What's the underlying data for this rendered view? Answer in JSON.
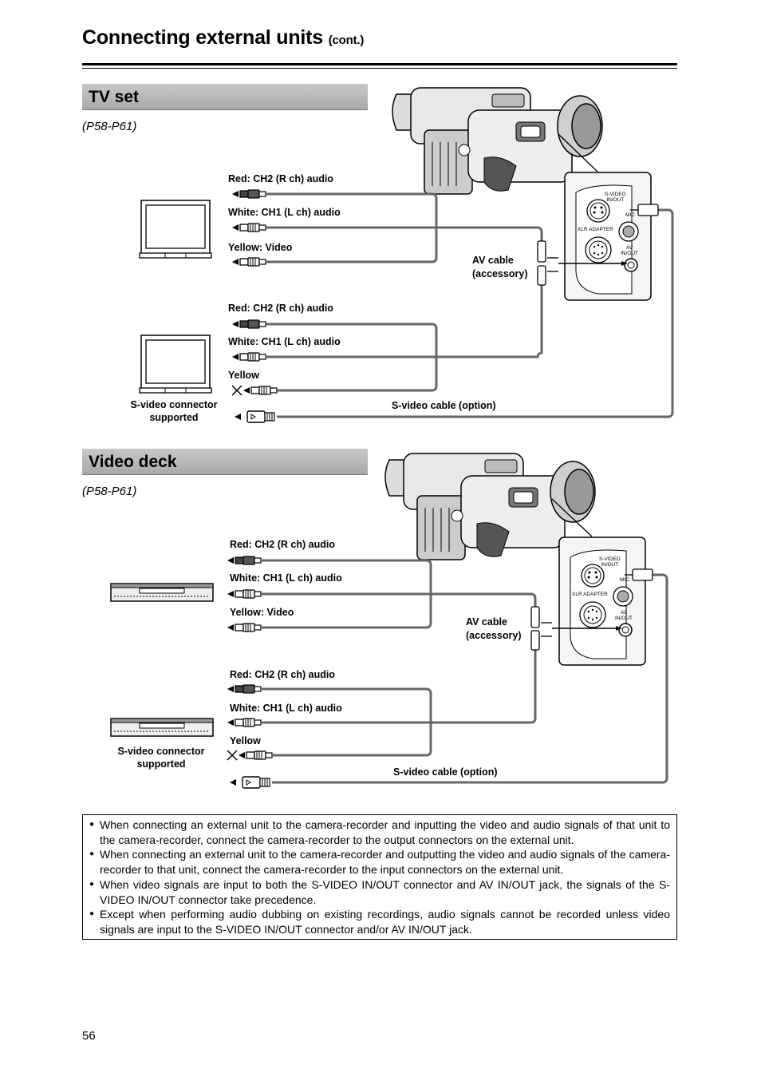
{
  "header": {
    "title": "Connecting external units",
    "cont": "(cont.)"
  },
  "sections": [
    {
      "title": "TV set",
      "ref": "(P58-P61)",
      "av_labels": [
        "Red: CH2 (R ch) audio",
        "White: CH1 (L ch) audio",
        "Yellow: Video"
      ],
      "svideo_labels": [
        "Red: CH2 (R ch) audio",
        "White: CH1 (L ch) audio",
        "Yellow"
      ],
      "svideo_device_label": [
        "S-video connector",
        "supported"
      ],
      "av_cable": [
        "AV cable",
        "(accessory)"
      ],
      "svideo_cable": "S-video cable (option)",
      "panel": {
        "svideo": [
          "S-VIDEO",
          "IN/OUT"
        ],
        "xlr": "XLR ADAPTER",
        "mic": "MIC",
        "av": [
          "AV",
          "IN/OUT"
        ]
      }
    },
    {
      "title": "Video deck",
      "ref": "(P58-P61)",
      "av_labels": [
        "Red: CH2 (R ch) audio",
        "White: CH1 (L ch) audio",
        "Yellow: Video"
      ],
      "svideo_labels": [
        "Red: CH2 (R ch) audio",
        "White: CH1 (L ch) audio",
        "Yellow"
      ],
      "svideo_device_label": [
        "S-video connector",
        "supported"
      ],
      "av_cable": [
        "AV cable",
        "(accessory)"
      ],
      "svideo_cable": "S-video cable (option)",
      "panel": {
        "svideo": [
          "S-VIDEO",
          "IN/OUT"
        ],
        "xlr": "XLR ADAPTER",
        "mic": "MIC",
        "av": [
          "AV",
          "IN/OUT"
        ]
      }
    }
  ],
  "notes": [
    "When connecting an external unit to the camera-recorder and inputting the video and audio signals of that unit to the camera-recorder, connect the camera-recorder to the output connectors on the external unit.",
    "When connecting an external unit to the camera-recorder and outputting the video and audio signals of the camera-recorder to that unit, connect the camera-recorder to the input connectors on the external unit.",
    "When video signals are input to both the S-VIDEO IN/OUT connector and AV IN/OUT jack, the signals of the S-VIDEO IN/OUT connector take precedence.",
    "Except when performing audio dubbing on existing recordings, audio signals cannot be recorded unless video signals are input to the S-VIDEO IN/OUT connector and/or AV IN/OUT jack."
  ],
  "page_number": "56"
}
